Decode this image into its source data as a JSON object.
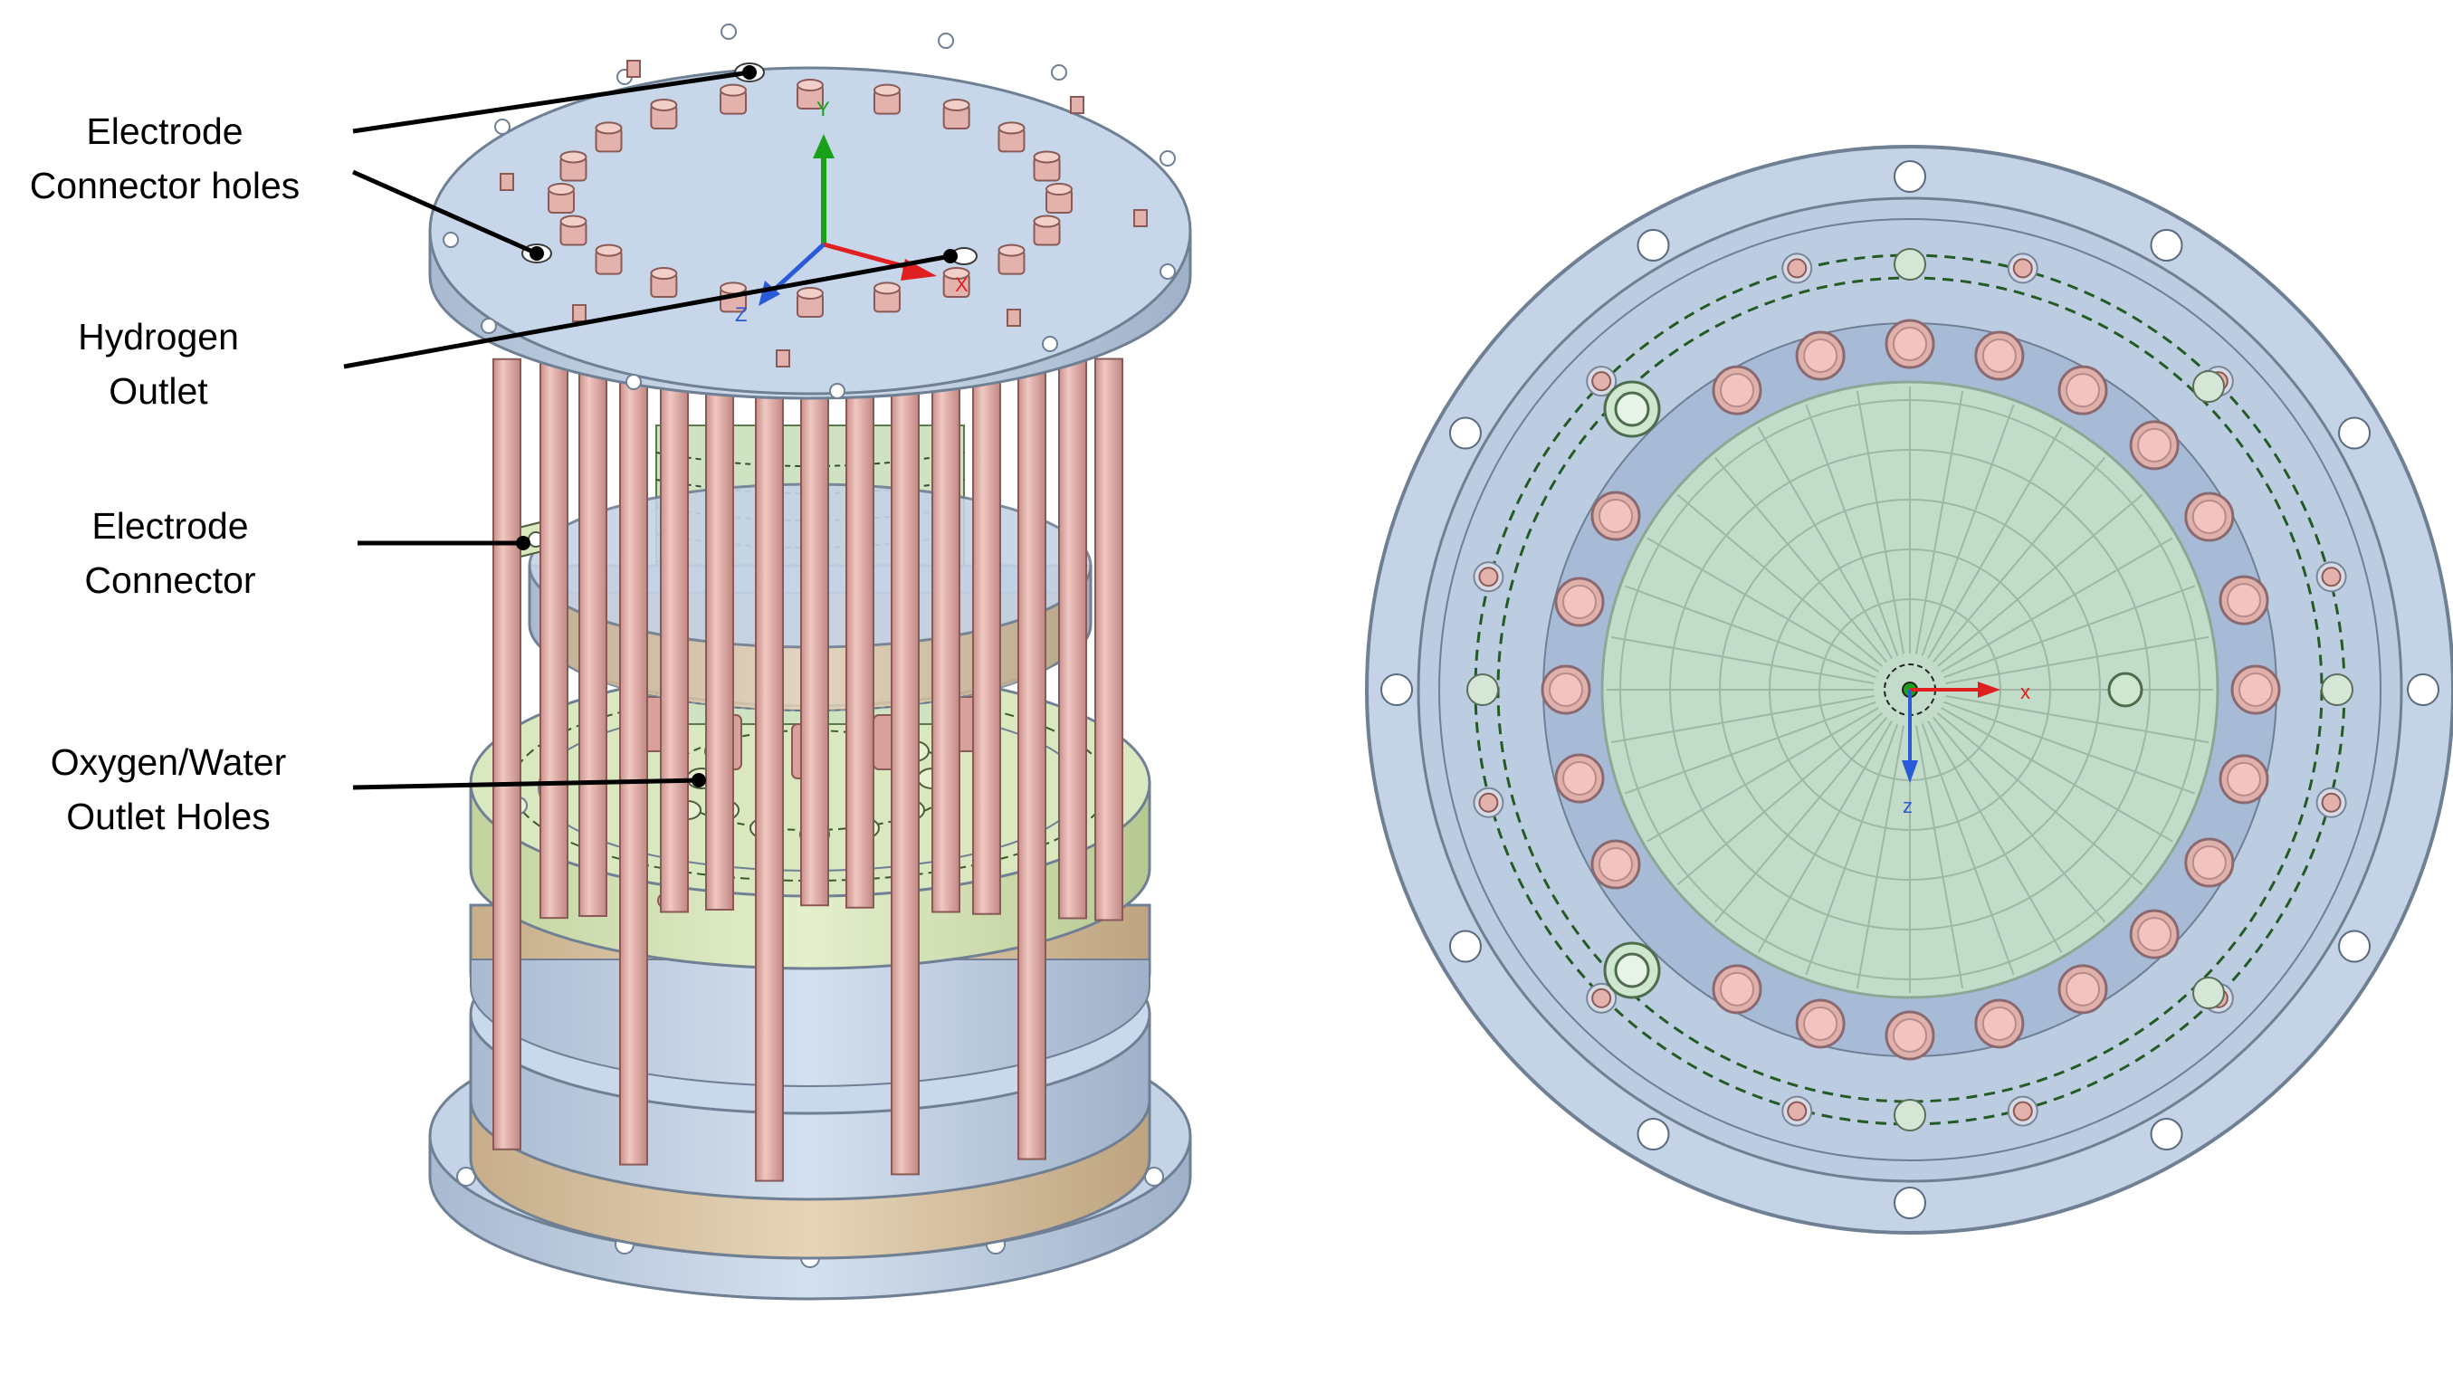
{
  "labels": {
    "electrode_connector_holes": "Electrode\nConnector holes",
    "hydrogen_outlet": "Hydrogen\nOutlet",
    "electrode_connector": "Electrode\nConnector",
    "oxygen_water_outlet_holes": "Oxygen/Water\nOutlet Holes"
  },
  "axes": {
    "iso_y": "Y",
    "iso_x": "X",
    "iso_z": "Z",
    "top_x": "x",
    "top_z": "z"
  },
  "colors": {
    "plate_blue": "#c4d3e6",
    "plate_edge": "#6f7f94",
    "rod_pink": "#e4b2ad",
    "rod_edge": "#8a5a56",
    "green_plate": "#d9e8bf",
    "tan_layer": "#d8c3a2",
    "axis_green": "#1aa11a",
    "axis_red": "#e02020",
    "axis_blue": "#2a5ad8"
  }
}
